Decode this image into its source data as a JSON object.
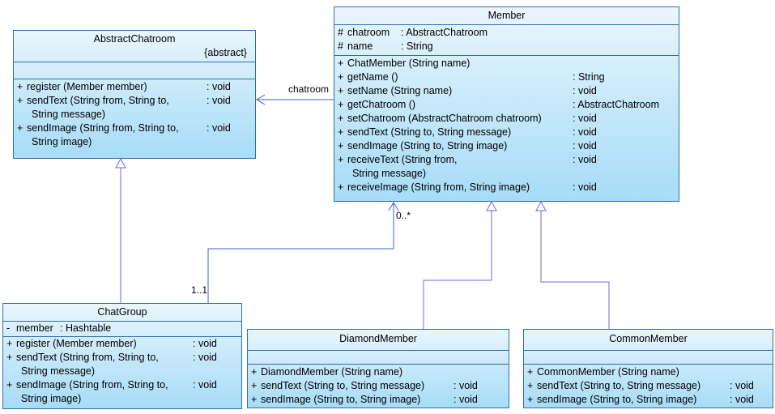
{
  "classes": {
    "abstract_chatroom": {
      "name": "AbstractChatroom",
      "stereotype": "{abstract}",
      "operations": [
        {
          "vis": "+",
          "sig": "register (Member member)",
          "type": ": void"
        },
        {
          "vis": "+",
          "sig": "sendText (String from, String to,",
          "cont": "String message)",
          "type": ": void"
        },
        {
          "vis": "+",
          "sig": "sendImage (String from, String to,",
          "cont": "String image)",
          "type": ": void"
        }
      ]
    },
    "member": {
      "name": "Member",
      "attributes": [
        {
          "vis": "#",
          "sig": "chatroom",
          "type": ": AbstractChatroom"
        },
        {
          "vis": "#",
          "sig": "name",
          "type": ": String"
        }
      ],
      "operations": [
        {
          "vis": "+",
          "sig": "ChatMember (String name)",
          "type": ""
        },
        {
          "vis": "+",
          "sig": "getName ()",
          "type": ": String"
        },
        {
          "vis": "+",
          "sig": "setName (String name)",
          "type": ": void"
        },
        {
          "vis": "+",
          "sig": "getChatroom ()",
          "type": ": AbstractChatroom"
        },
        {
          "vis": "+",
          "sig": "setChatroom (AbstractChatroom chatroom)",
          "type": ": void"
        },
        {
          "vis": "+",
          "sig": "sendText (String to, String message)",
          "type": ": void"
        },
        {
          "vis": "+",
          "sig": "sendImage (String to, String image)",
          "type": ": void"
        },
        {
          "vis": "+",
          "sig": "receiveText (String from,",
          "cont": "String message)",
          "type": ": void"
        },
        {
          "vis": "+",
          "sig": "receiveImage (String from, String image)",
          "type": ": void"
        }
      ]
    },
    "chat_group": {
      "name": "ChatGroup",
      "attributes": [
        {
          "vis": "-",
          "sig": "member",
          "type": ": Hashtable"
        }
      ],
      "operations": [
        {
          "vis": "+",
          "sig": "register (Member member)",
          "type": ": void"
        },
        {
          "vis": "+",
          "sig": "sendText (String from, String to,",
          "cont": "String message)",
          "type": ": void"
        },
        {
          "vis": "+",
          "sig": "sendImage (String from, String to,",
          "cont": "String image)",
          "type": ": void"
        }
      ]
    },
    "diamond_member": {
      "name": "DiamondMember",
      "attributes": [],
      "operations": [
        {
          "vis": "+",
          "sig": "DiamondMember (String name)",
          "type": ""
        },
        {
          "vis": "+",
          "sig": "sendText (String to, String message)",
          "type": ": void"
        },
        {
          "vis": "+",
          "sig": "sendImage (String to, String image)",
          "type": ": void"
        }
      ]
    },
    "common_member": {
      "name": "CommonMember",
      "attributes": [],
      "operations": [
        {
          "vis": "+",
          "sig": "CommonMember (String name)",
          "type": ""
        },
        {
          "vis": "+",
          "sig": "sendText (String to, String message)",
          "type": ": void"
        },
        {
          "vis": "+",
          "sig": "sendImage (String to, String image)",
          "type": ": void"
        }
      ]
    }
  },
  "labels": {
    "chatroom_role": "chatroom",
    "multiplicity_many": "0..*",
    "multiplicity_one": "1..1"
  },
  "colors": {
    "line": "#4f4fd6",
    "border": "#2f6fa8"
  }
}
